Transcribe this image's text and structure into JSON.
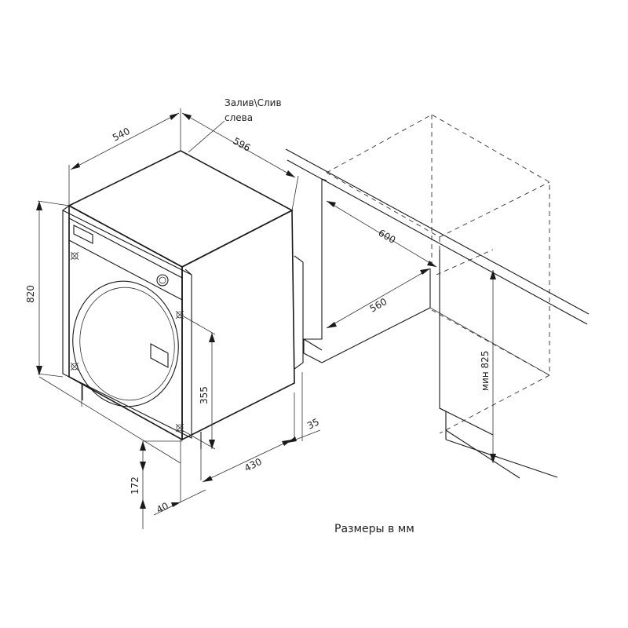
{
  "note": {
    "line1": "Залив\\Слив",
    "line2": "слева"
  },
  "dimensions": {
    "width_top": "540",
    "depth_top": "596",
    "height": "820",
    "niche_depth": "600",
    "niche_depth_inner": "560",
    "niche_height_min": "мин 825",
    "door_height": "355",
    "base_depth": "430",
    "foot_offset": "35",
    "plinth_height": "172",
    "plinth_offset": "40"
  },
  "caption": "Размеры в мм"
}
